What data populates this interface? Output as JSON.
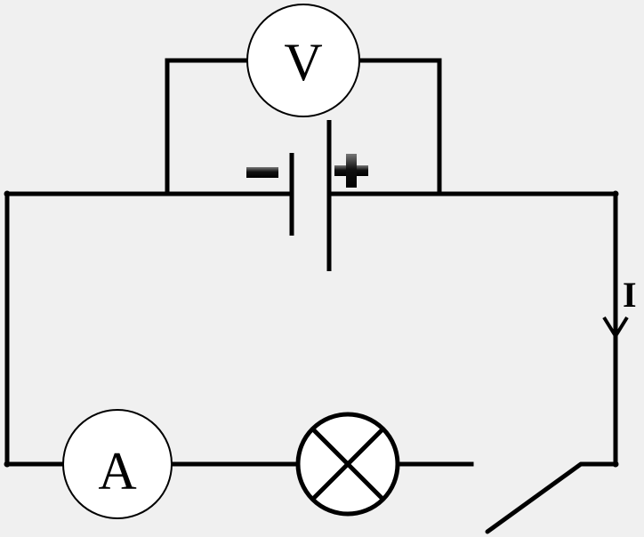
{
  "diagram": {
    "voltmeter_label": "V",
    "ammeter_label": "A",
    "current_label": "I",
    "battery_minus": "−",
    "battery_plus": "+"
  },
  "colors": {
    "background": "#f0f0f0",
    "wire": "#000000",
    "meter_fill": "#ffffff"
  }
}
